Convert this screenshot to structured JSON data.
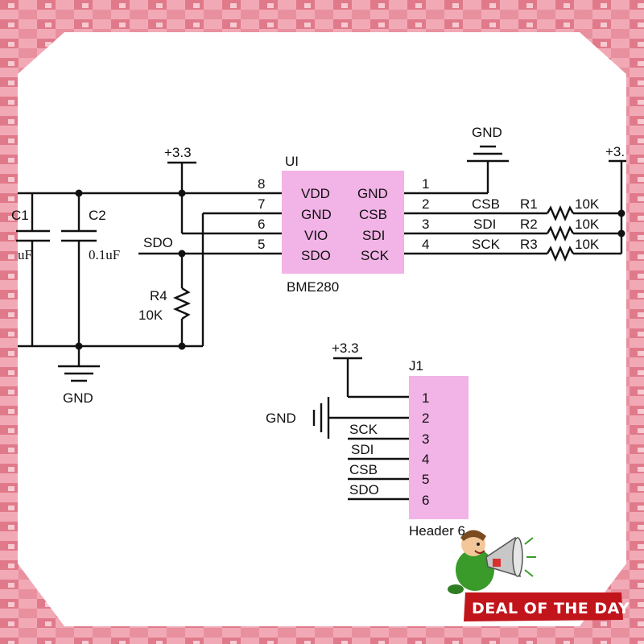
{
  "colors": {
    "border_a": "#f2a9b6",
    "border_b": "#e07a8a",
    "chip_fill": "#f2b3e6",
    "badge_fill": "#c2141b",
    "wire": "#111111"
  },
  "power": {
    "top_left": "+3.3",
    "top_right": "+3.",
    "header": "+3.3"
  },
  "ground": {
    "top": "GND",
    "bottom_left": "GND",
    "header": "GND"
  },
  "capacitors": {
    "c1_label": "C1",
    "c1_value": "uF",
    "c2_label": "C2",
    "c2_value": "0.1uF"
  },
  "r4": {
    "label": "R4",
    "value": "10K"
  },
  "sdo_net": "SDO",
  "chip": {
    "ref": "UI",
    "part": "BME280",
    "left_pins": [
      {
        "num": "8",
        "name": "VDD"
      },
      {
        "num": "7",
        "name": "GND"
      },
      {
        "num": "6",
        "name": "VIO"
      },
      {
        "num": "5",
        "name": "SDO"
      }
    ],
    "right_pins": [
      {
        "num": "1",
        "name": "GND"
      },
      {
        "num": "2",
        "name": "CSB"
      },
      {
        "num": "3",
        "name": "SDI"
      },
      {
        "num": "4",
        "name": "SCK"
      }
    ]
  },
  "nets": [
    "CSB",
    "SDI",
    "SCK"
  ],
  "resistors": [
    {
      "label": "R1",
      "value": "10K"
    },
    {
      "label": "R2",
      "value": "10K"
    },
    {
      "label": "R3",
      "value": "10K"
    }
  ],
  "header": {
    "ref": "J1",
    "name": "Header 6",
    "pins": [
      "1",
      "2",
      "3",
      "4",
      "5",
      "6"
    ],
    "nets": [
      "SCK",
      "SDI",
      "CSB",
      "SDO"
    ]
  },
  "badge": {
    "text": "DEAL OF THE DAY"
  }
}
